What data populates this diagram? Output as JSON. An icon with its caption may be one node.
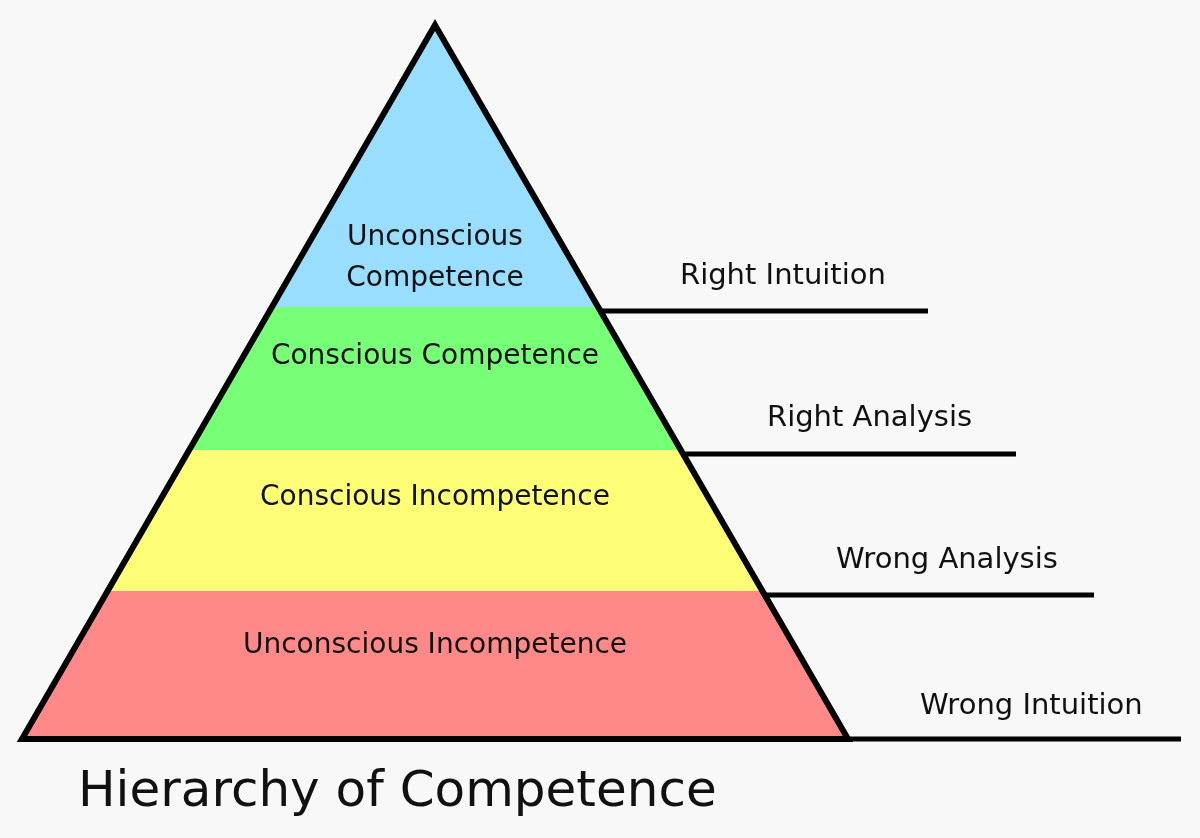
{
  "diagram": {
    "title": "Hierarchy of Competence",
    "nodes": [
      {
        "text": [
          "Unconscious Competence"
        ]
      },
      {
        "text": [
          "Conscious Competence"
        ]
      },
      {
        "text": [
          "Conscious Incompetence"
        ]
      },
      {
        "text": [
          "Unconscious Incompetence"
        ]
      }
    ],
    "labels": [
      "Right Intuition",
      "Right Analysis",
      "Wrong Analysis",
      "Wrong Intuition"
    ]
  }
}
